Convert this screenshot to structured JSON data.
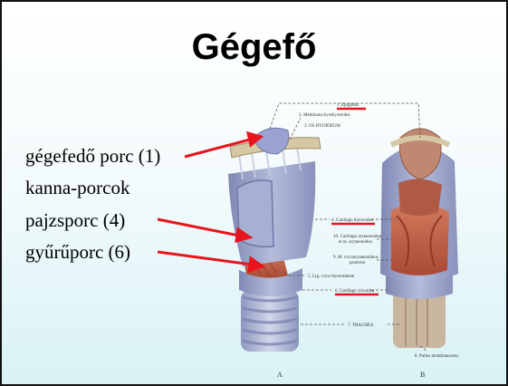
{
  "title": "Gégefő",
  "left_labels": [
    "gégefedő porc (1)",
    "kanna-porcok",
    "pajzsporc (4)",
    "gyűrűporc (6)"
  ],
  "figure_labels": {
    "epiglottis": "1. Epiglottis",
    "membrana": "2. Membrana hyothyreoidea",
    "os_hyoideum": "3. OS HYOIDEUM",
    "thyreoidea": "4. Cartilago thyreoidea",
    "aryt": "10. Cartilago arytaenoidea",
    "aryt_b": "et m. arytaenoidea",
    "crico_arytaenoideus": "9. M. cricoarytaenoideus",
    "crico_arytaenoideus_b": "posterior",
    "lig_cricothyreoideum": "5. Lig. crico-thyreoideum",
    "cricoidea": "6. Cartilago cricoidea",
    "trachea": "7. TRACHEA",
    "paries": "8. Paries membranaceus",
    "view_a": "A",
    "view_b": "B"
  },
  "colors": {
    "arrow": "#e8141c",
    "underline": "#e8141c",
    "cartilage": "#9aa3c8",
    "muscle": "#c4624a"
  }
}
